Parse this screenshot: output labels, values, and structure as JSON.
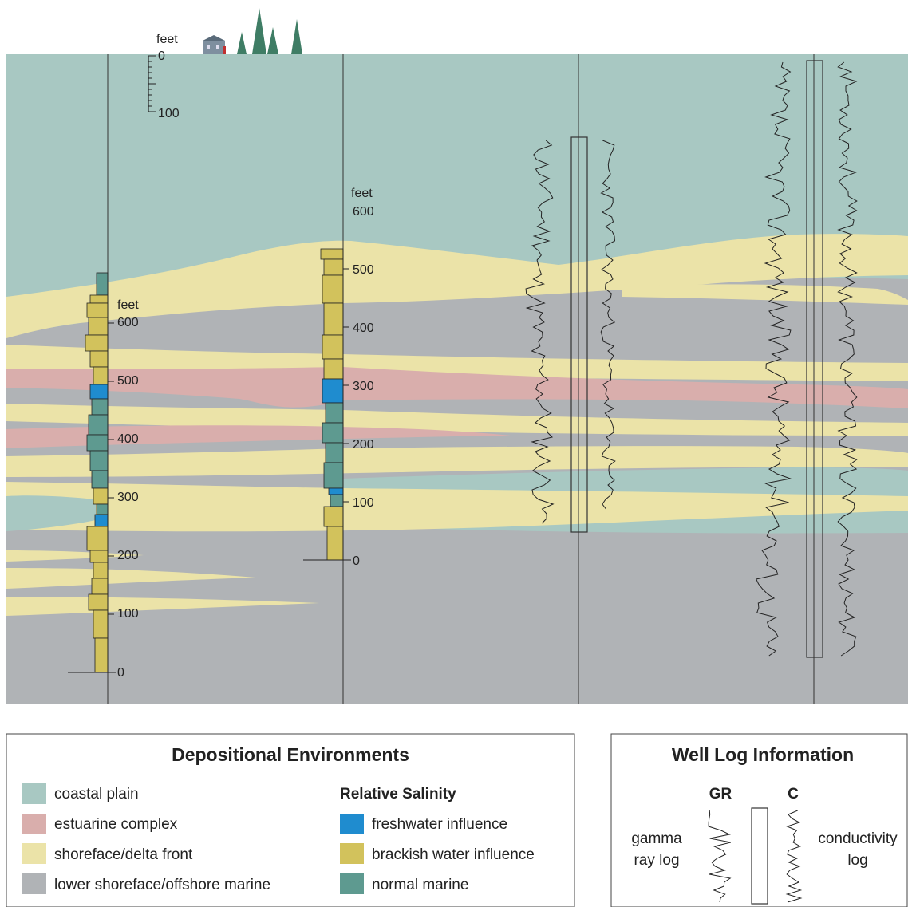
{
  "colors": {
    "coastal_plain": "#a8c8c2",
    "estuarine": "#d9aeac",
    "shoreface": "#ebe3a8",
    "offshore": "#b0b3b6",
    "freshwater": "#1f8ccf",
    "brackish": "#d2c25c",
    "normal_marine": "#5e9a90"
  },
  "scales": {
    "unit": "feet",
    "top_scale": [
      "0",
      "100"
    ],
    "well1_ticks": [
      "600",
      "500",
      "400",
      "300",
      "200",
      "100",
      "0"
    ],
    "well2_ticks": [
      "600",
      "500",
      "400",
      "300",
      "200",
      "100",
      "0"
    ]
  },
  "legend_env": {
    "title": "Depositional Environments",
    "items": [
      "coastal plain",
      "estuarine complex",
      "shoreface/delta front",
      "lower shoreface/offshore marine"
    ],
    "salinity_title": "Relative Salinity",
    "salinity_items": [
      "freshwater influence",
      "brackish water influence",
      "normal marine"
    ]
  },
  "legend_log": {
    "title": "Well Log Information",
    "gr": "GR",
    "c": "C",
    "gamma_label": [
      "gamma",
      "ray log"
    ],
    "conductivity_label": [
      "conductivity",
      "log"
    ]
  }
}
